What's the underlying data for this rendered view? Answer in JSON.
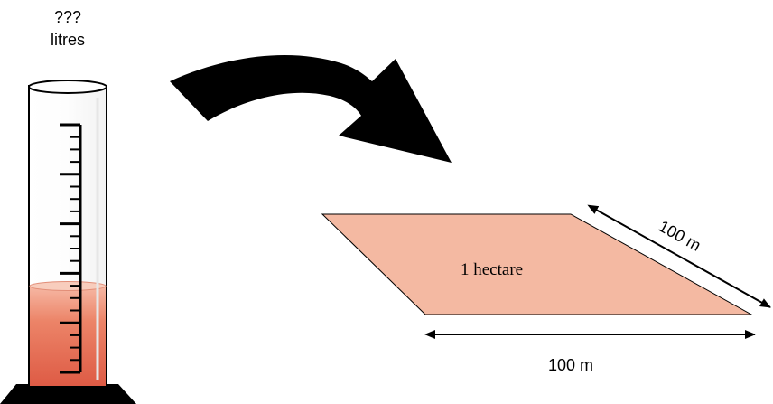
{
  "cylinder": {
    "label_line1": "???",
    "label_line2": "litres",
    "liquid_color": "#e8705a",
    "fill_fraction": 0.34
  },
  "field": {
    "label": "1 hectare",
    "color": "#f4b9a2"
  },
  "dimensions": {
    "side_label": "100 m",
    "bottom_label": "100 m"
  },
  "icons": {
    "arrow": "curved-arrow-icon",
    "cylinder": "graduated-cylinder-icon"
  }
}
